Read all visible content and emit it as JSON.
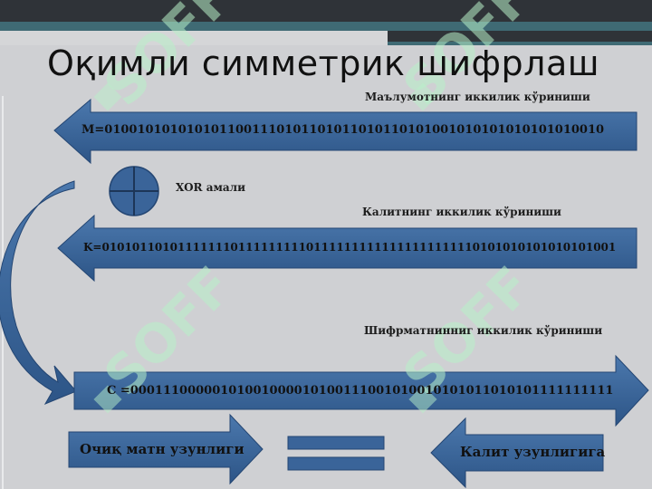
{
  "slide": {
    "title": "Оқимли симметрик шифрлаш",
    "plaintext_caption": "Маълумотнинг иккилик кўриниши",
    "plaintext_bits": "M=0100101010101011001110101101011010110101001010101010101010010",
    "xor_label": "XOR  амали",
    "key_caption": "Калитнинг иккилик кўриниши",
    "key_bits": "K=01010110101111111011111111101111111111111111111110101010101010101001",
    "cipher_caption": "Шифрматнинниг иккилик кўриниши",
    "cipher_bits": "C =00011100000101001000010100111001010010101011010101111111111",
    "plaintext_length_label": "Очиқ матн узунлиги",
    "key_length_label": "Калит узунлигига"
  },
  "watermark": {
    "text": "SOFF"
  },
  "colors": {
    "arrow_fill": "#3a6499",
    "arrow_dark": "#244673",
    "background": "#cfd0d3",
    "header_dark": "#2f3338",
    "header_teal": "#3f6a74",
    "watermark": "#b9f0c8"
  }
}
